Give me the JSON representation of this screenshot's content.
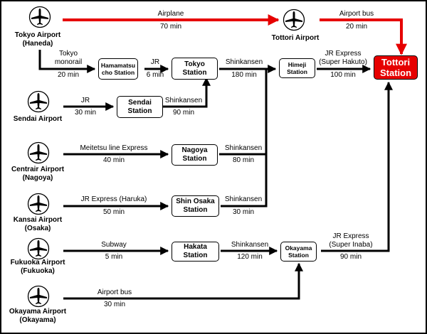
{
  "colors": {
    "primary_route": "#e60000",
    "line": "#000000",
    "destination_fill": "#e60000"
  },
  "airports": {
    "tokyo": {
      "name": "Tokyo Airport",
      "sub": "(Haneda)",
      "icon": "airplane-icon"
    },
    "tottori": {
      "name": "Tottori Airport",
      "icon": "airplane-icon"
    },
    "sendai": {
      "name": "Sendai Airport",
      "icon": "airplane-icon"
    },
    "centrair": {
      "name": "Centrair Airport",
      "sub": "(Nagoya)",
      "icon": "airplane-icon"
    },
    "kansai": {
      "name": "Kansai Airport",
      "sub": "(Osaka)",
      "icon": "airplane-icon"
    },
    "fukuoka": {
      "name": "Fukuoka Airport",
      "sub": "(Fukuoka)",
      "icon": "airplane-icon"
    },
    "okayama": {
      "name": "Okayama Airport",
      "sub": "(Okayama)",
      "icon": "airplane-icon"
    }
  },
  "stations": {
    "hamamatsucho": {
      "line1": "Hamamatsu",
      "line2": "cho Station"
    },
    "tokyo": {
      "line1": "Tokyo",
      "line2": "Station"
    },
    "himeji": {
      "line1": "Himeji",
      "line2": "Station"
    },
    "tottori": {
      "line1": "Tottori",
      "line2": "Station"
    },
    "sendai": {
      "line1": "Sendai",
      "line2": "Station"
    },
    "nagoya": {
      "line1": "Nagoya",
      "line2": "Station"
    },
    "shin_osaka": {
      "line1": "Shin Osaka",
      "line2": "Station"
    },
    "hakata": {
      "line1": "Hakata",
      "line2": "Station"
    },
    "okayama": {
      "line1": "Okayama",
      "line2": "Station"
    }
  },
  "routes": {
    "haneda_tottori": {
      "mode": "Airplane",
      "time": "70 min"
    },
    "tottori_airport_station": {
      "mode": "Airport bus",
      "time": "20 min"
    },
    "haneda_hamamatsucho": {
      "mode_line1": "Tokyo",
      "mode_line2": "monorail",
      "time": "20 min"
    },
    "hamamatsucho_tokyo": {
      "mode": "JR",
      "time": "6 min"
    },
    "tokyo_himeji": {
      "mode": "Shinkansen",
      "time": "180 min"
    },
    "himeji_tottori": {
      "mode_line1": "JR Express",
      "mode_line2": "(Super Hakuto)",
      "time": "100 min"
    },
    "sendai_airport_station": {
      "mode": "JR",
      "time": "30 min"
    },
    "sendai_tokyo": {
      "mode": "Shinkansen",
      "time": "90 min"
    },
    "centrair_nagoya": {
      "mode": "Meitetsu line Express",
      "time": "40 min"
    },
    "nagoya_himeji": {
      "mode": "Shinkansen",
      "time": "80 min"
    },
    "kansai_shin_osaka": {
      "mode": "JR Express (Haruka)",
      "time": "50 min"
    },
    "shin_osaka_himeji": {
      "mode": "Shinkansen",
      "time": "30 min"
    },
    "fukuoka_hakata": {
      "mode": "Subway",
      "time": "5 min"
    },
    "hakata_okayama": {
      "mode": "Shinkansen",
      "time": "120 min"
    },
    "okayama_tottori": {
      "mode_line1": "JR Express",
      "mode_line2": "(Super Inaba)",
      "time": "90 min"
    },
    "okayama_airport_station": {
      "mode": "Airport bus",
      "time": "30 min"
    }
  }
}
